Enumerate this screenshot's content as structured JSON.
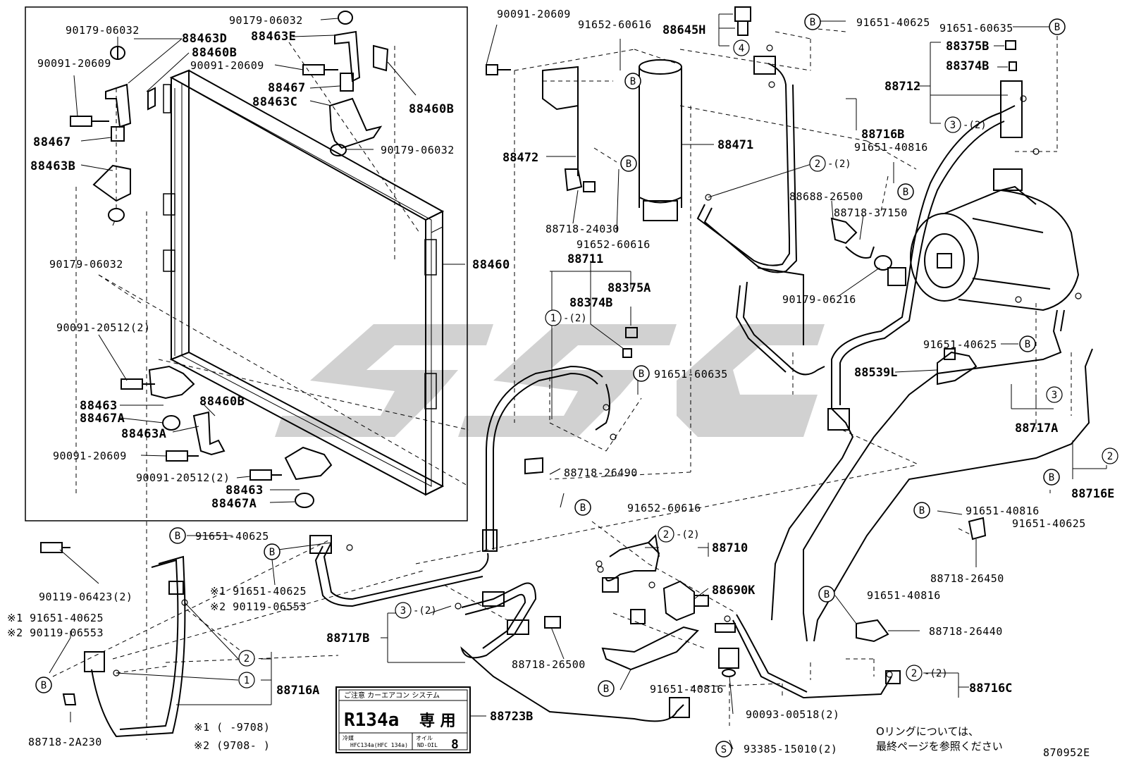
{
  "diagram_id": "870952E",
  "watermark": "SSC",
  "labels": {
    "radiator": {
      "p_90179_06032_tl": "90179-06032",
      "p_88463D": "88463D",
      "p_88460B_tl": "88460B",
      "p_90091_20609_l": "90091-20609",
      "p_88467_l": "88467",
      "p_88463B": "88463B",
      "p_90179_06032_l": "90179-06032",
      "p_90179_06032_top": "90179-06032",
      "p_88463E": "88463E",
      "p_90091_20609_m": "90091-20609",
      "p_88467_m": "88467",
      "p_88463C": "88463C",
      "p_88460B_r": "88460B",
      "p_90179_06032_r": "90179-06032",
      "p_88460": "88460",
      "p_90091_20512_a": "90091-20512(2)",
      "p_88463_a": "88463",
      "p_88467A_a": "88467A",
      "p_88463A": "88463A",
      "p_88460B_b": "88460B",
      "p_90091_20609_b": "90091-20609",
      "p_90091_20512_b": "90091-20512(2)",
      "p_88463_b": "88463",
      "p_88467A_b": "88467A"
    },
    "receiver": {
      "p_90091_20609": "90091-20609",
      "p_91652_60616_t": "91652-60616",
      "p_88472": "88472",
      "p_88718_24030": "88718-24030",
      "p_91652_60616_b": "91652-60616",
      "p_88471": "88471",
      "p_88645H": "88645H",
      "p_91651_40625_t": "91651-40625",
      "p_91651_60635_t": "91651-60635",
      "p_88375B": "88375B",
      "p_88374B_t": "88374B",
      "p_88712": "88712",
      "p_88716B": "88716B",
      "p_91651_40816_t": "91651-40816",
      "p_88688_26500": "88688-26500",
      "p_88718_37150": "88718-37150",
      "p_90179_06216": "90179-06216",
      "p_91651_40625_m": "91651-40625",
      "p_88539L": "88539L",
      "p_88717A": "88717A",
      "p_88716E": "88716E",
      "p_91651_40816_r": "91651-40816",
      "p_91651_40625_r": "91651-40625",
      "p_88718_26450": "88718-26450",
      "p_91651_40816_m": "91651-40816",
      "p_88718_26440": "88718-26440",
      "p_88716C": "88716C",
      "p_88711": "88711",
      "p_88375A": "88375A",
      "p_88374B_m": "88374B",
      "p_91651_60635_m": "91651-60635",
      "p_88718_26490": "88718-26490",
      "p_91652_60616_m": "91652-60616",
      "p_88710": "88710",
      "p_88690K": "88690K",
      "p_88718_26500": "88718-26500",
      "p_91651_40816_b": "91651-40816",
      "p_90093_00518": "90093-00518(2)",
      "p_93385_15010": "93385-15010(2)",
      "p_88723B": "88723B",
      "p_88717B": "88717B",
      "p_91651_40625_bl": "91651-40625",
      "p_note1_a": "※1 91651-40625",
      "p_note2_a": "※2 90119-06553",
      "p_90119_06423": "90119-06423(2)",
      "p_note1_b": "※1 91651-40625",
      "p_note2_b": "※2 90119-06553",
      "p_88716A": "88716A",
      "p_88718_2A230": "88718-2A230",
      "p_range1": "※1 (     -9708)",
      "p_range2": "※2 (9708-      )"
    }
  },
  "markers": {
    "b": "B",
    "s": "S",
    "n1": "1",
    "n2": "2",
    "n3": "3",
    "n4": "4",
    "x2": "-(2)"
  },
  "label_plate": {
    "header": "ご注意  カーエアコン システム",
    "refrigerant": "R134a",
    "dedicated": "専 用",
    "gas_label": "冷媒",
    "gas_type": "HFC134a(HFC 134a)",
    "oil_label": "オイル",
    "oil_type": "ND-OIL",
    "oil_number": "8"
  },
  "notes": {
    "oring_line1": "Oリングについては、",
    "oring_line2": "最終ページを参照ください"
  }
}
